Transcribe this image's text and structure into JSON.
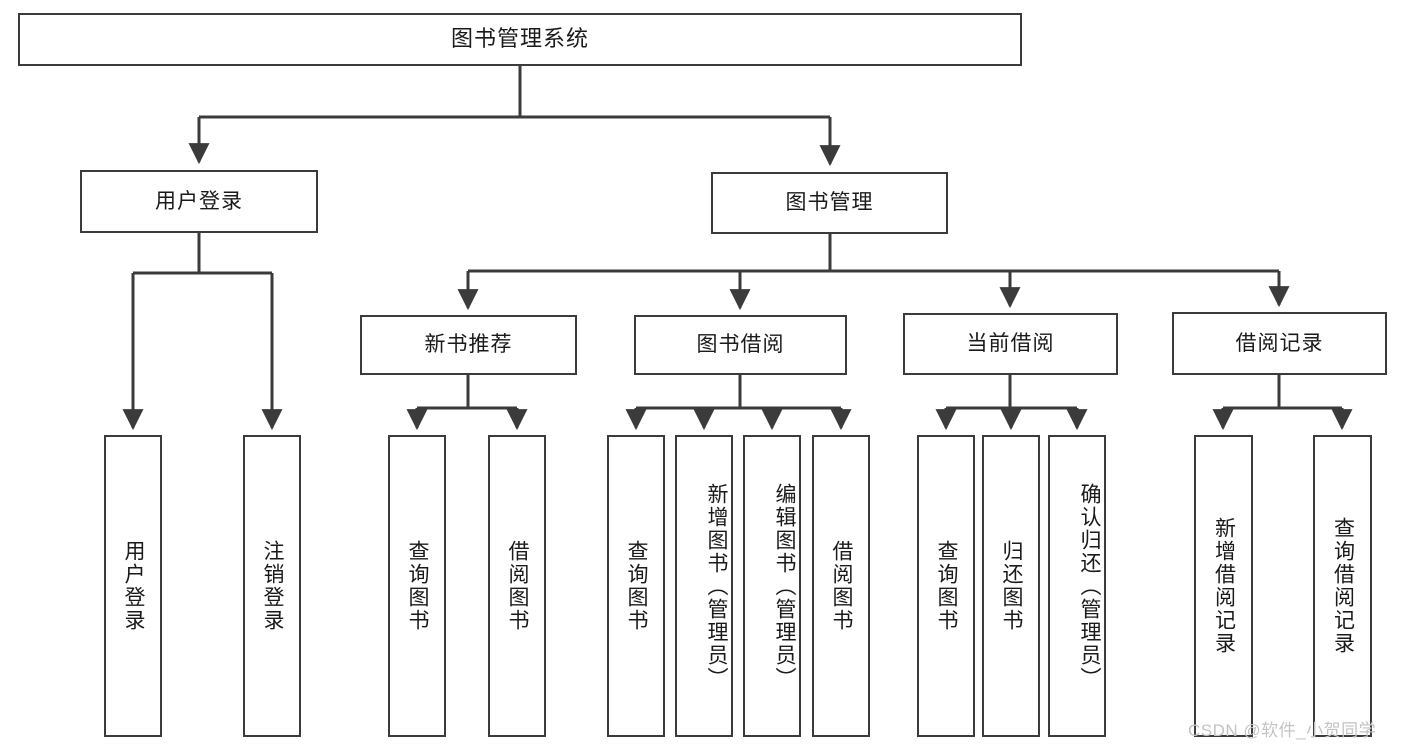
{
  "diagram": {
    "title": "图书管理系统",
    "type": "tree-hierarchy",
    "watermark": "CSDN @软件_小贺同学",
    "colors": {
      "background": "#ffffff",
      "node_border": "#3b3b3b",
      "node_fill": "#ffffff",
      "edge": "#3b3b3b",
      "text": "#1a1a1a",
      "watermark": "#c3c3c3"
    },
    "nodes": {
      "root": {
        "label": "图书管理系统"
      },
      "level1": [
        {
          "id": "user-login",
          "label": "用户登录"
        },
        {
          "id": "book-manage",
          "label": "图书管理"
        }
      ],
      "level2": [
        {
          "id": "new-book-recommend",
          "label": "新书推荐"
        },
        {
          "id": "book-borrow",
          "label": "图书借阅"
        },
        {
          "id": "current-borrow",
          "label": "当前借阅"
        },
        {
          "id": "borrow-record",
          "label": "借阅记录"
        }
      ],
      "leaves": {
        "user_login": [
          {
            "id": "leaf-user-login",
            "label": "用户登录"
          },
          {
            "id": "leaf-logout-login",
            "label": "注销登录"
          }
        ],
        "new_book_recommend": [
          {
            "id": "leaf-query-book-1",
            "label": "查询图书"
          },
          {
            "id": "leaf-borrow-book-1",
            "label": "借阅图书"
          }
        ],
        "book_borrow": [
          {
            "id": "leaf-query-book-2",
            "label": "查询图书"
          },
          {
            "id": "leaf-add-book",
            "label": "新增图书（管理员）"
          },
          {
            "id": "leaf-edit-book",
            "label": "编辑图书（管理员）"
          },
          {
            "id": "leaf-borrow-book-2",
            "label": "借阅图书"
          }
        ],
        "current_borrow": [
          {
            "id": "leaf-query-book-3",
            "label": "查询图书"
          },
          {
            "id": "leaf-return-book",
            "label": "归还图书"
          },
          {
            "id": "leaf-confirm-return",
            "label": "确认归还（管理员）"
          }
        ],
        "borrow_record": [
          {
            "id": "leaf-add-record",
            "label": "新增借阅记录"
          },
          {
            "id": "leaf-query-record",
            "label": "查询借阅记录"
          }
        ]
      }
    }
  }
}
